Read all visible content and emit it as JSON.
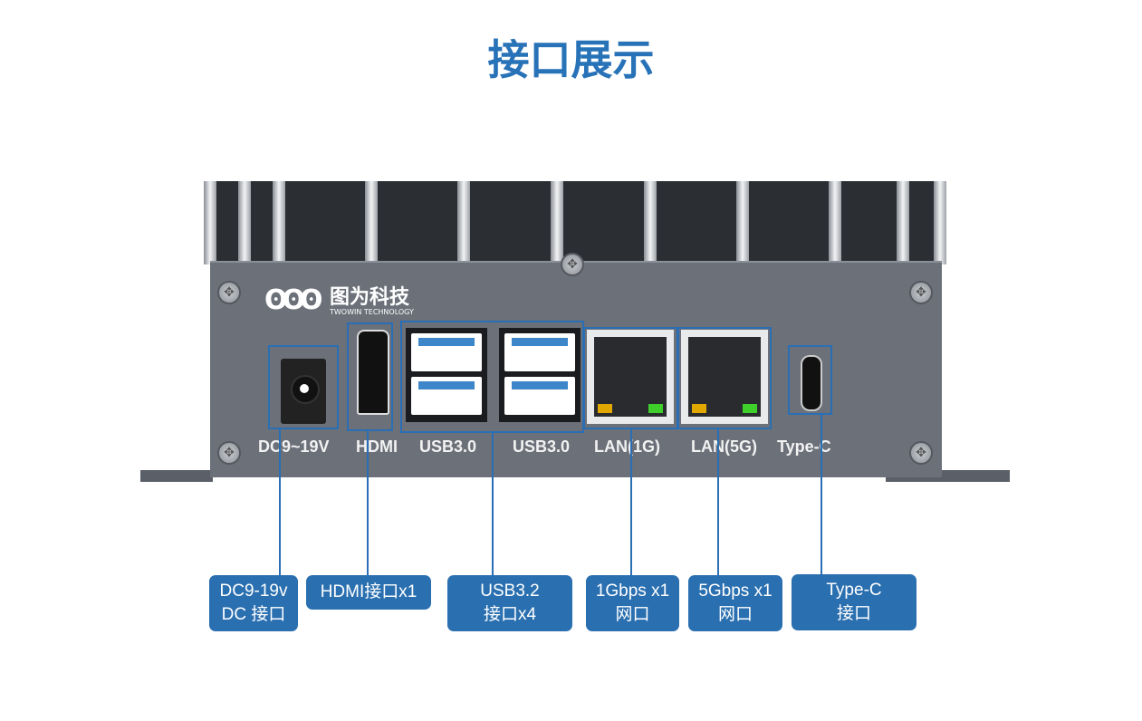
{
  "title": "接口展示",
  "brand": {
    "name_cn": "图为科技",
    "name_en": "TWOWIN TECHNOLOGY"
  },
  "port_labels": [
    "DC9~19V",
    "HDMI",
    "USB3.0",
    "USB3.0",
    "LAN(1G)",
    "LAN(5G)",
    "Type-C"
  ],
  "callouts": [
    {
      "line1": "DC9-19v",
      "line2": "DC 接口"
    },
    {
      "line1": "HDMI接口x1"
    },
    {
      "line1": "USB3.2",
      "line2": "接口x4"
    },
    {
      "line1": "1Gbps x1",
      "line2": "网口"
    },
    {
      "line1": "5Gbps x1",
      "line2": "网口"
    },
    {
      "line1": "Type-C",
      "line2": "接口"
    }
  ],
  "colors": {
    "accent": "#2872b8",
    "chassis": "#6b7079"
  }
}
